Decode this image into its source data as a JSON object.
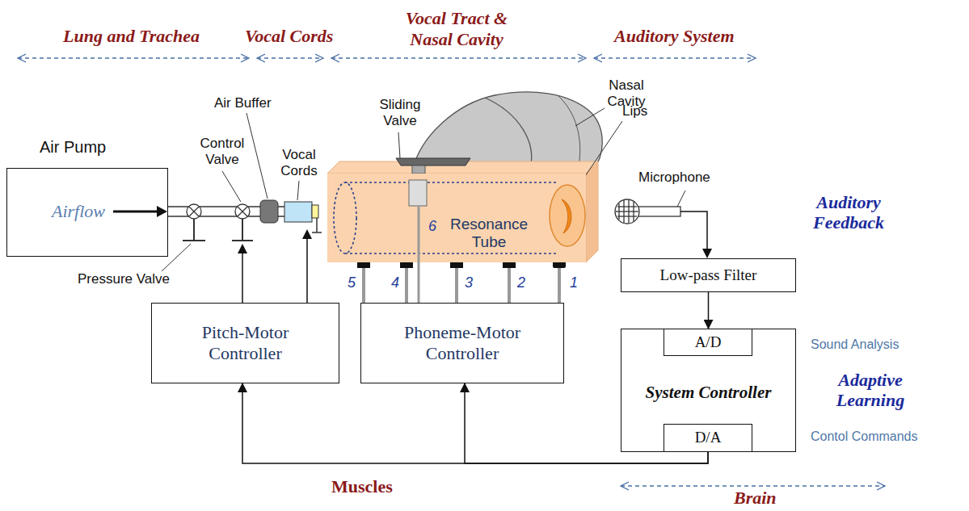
{
  "diagram": {
    "nodes": [
      {
        "text": [
          "Air Pump",
          "Airflow"
        ]
      },
      {
        "text": [
          "Resonance Tube"
        ]
      },
      {
        "text": [
          "Pitch-Motor Controller"
        ]
      },
      {
        "text": [
          "Phoneme-Motor Controller"
        ]
      },
      {
        "text": [
          "Low-pass Filter"
        ]
      },
      {
        "text": [
          "System Controller"
        ]
      },
      {
        "text": [
          "A/D"
        ],
        "in": 5
      },
      {
        "text": [
          "D/A"
        ],
        "in": 5
      }
    ],
    "edges": [
      {
        "from": 4,
        "to": 5,
        "arrow": "to"
      },
      {
        "from": 7,
        "to": 2,
        "arrow": "to"
      },
      {
        "from": 7,
        "to": 3,
        "arrow": "to"
      }
    ],
    "labels": [
      "Lung and Trachea",
      "Vocal Cords",
      "Vocal Tract & Nasal Cavity",
      "Auditory System",
      "Air Buffer",
      "Control Valve",
      "Vocal Cords",
      "Sliding Valve",
      "Nasal Cavity",
      "Lips",
      "Microphone",
      "Pressure Valve",
      "6",
      "5",
      "4",
      "3",
      "2",
      "1",
      "Auditory Feedback",
      "Sound Analysis",
      "Adaptive Learning",
      "Contol Commands",
      "Muscles",
      "Brain"
    ]
  }
}
